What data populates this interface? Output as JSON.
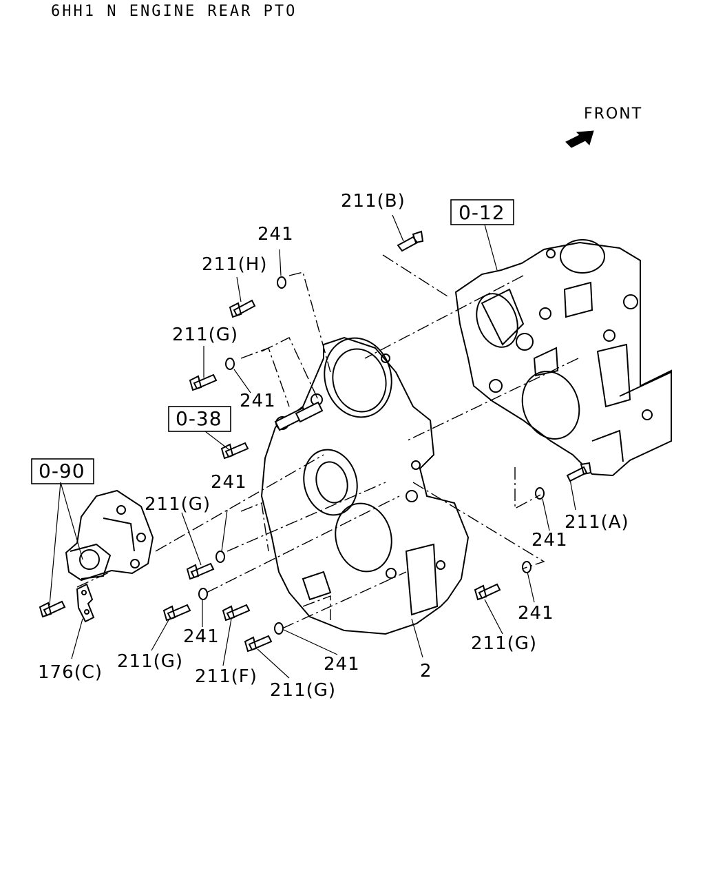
{
  "title": "6HH1 N ENGINE REAR PTO",
  "direction": "FRONT",
  "refs": {
    "r012": "0-12",
    "r038": "0-38",
    "r090": "0-90"
  },
  "callouts": {
    "c211b": "211(B)",
    "c241_top": "241",
    "c211h": "211(H)",
    "c211g_left1": "211(G)",
    "c241_mid": "241",
    "c241_c": "241",
    "c211g_mid": "211(G)",
    "c211a": "211(A)",
    "c241_right": "241",
    "c241_right2": "241",
    "c211g_right": "211(G)",
    "c241_low": "241",
    "c211g_low": "211(G)",
    "c211f": "211(F)",
    "c211g_bottom": "211(G)",
    "c241_bottom": "241",
    "c2": "2",
    "c176c": "176(C)"
  }
}
